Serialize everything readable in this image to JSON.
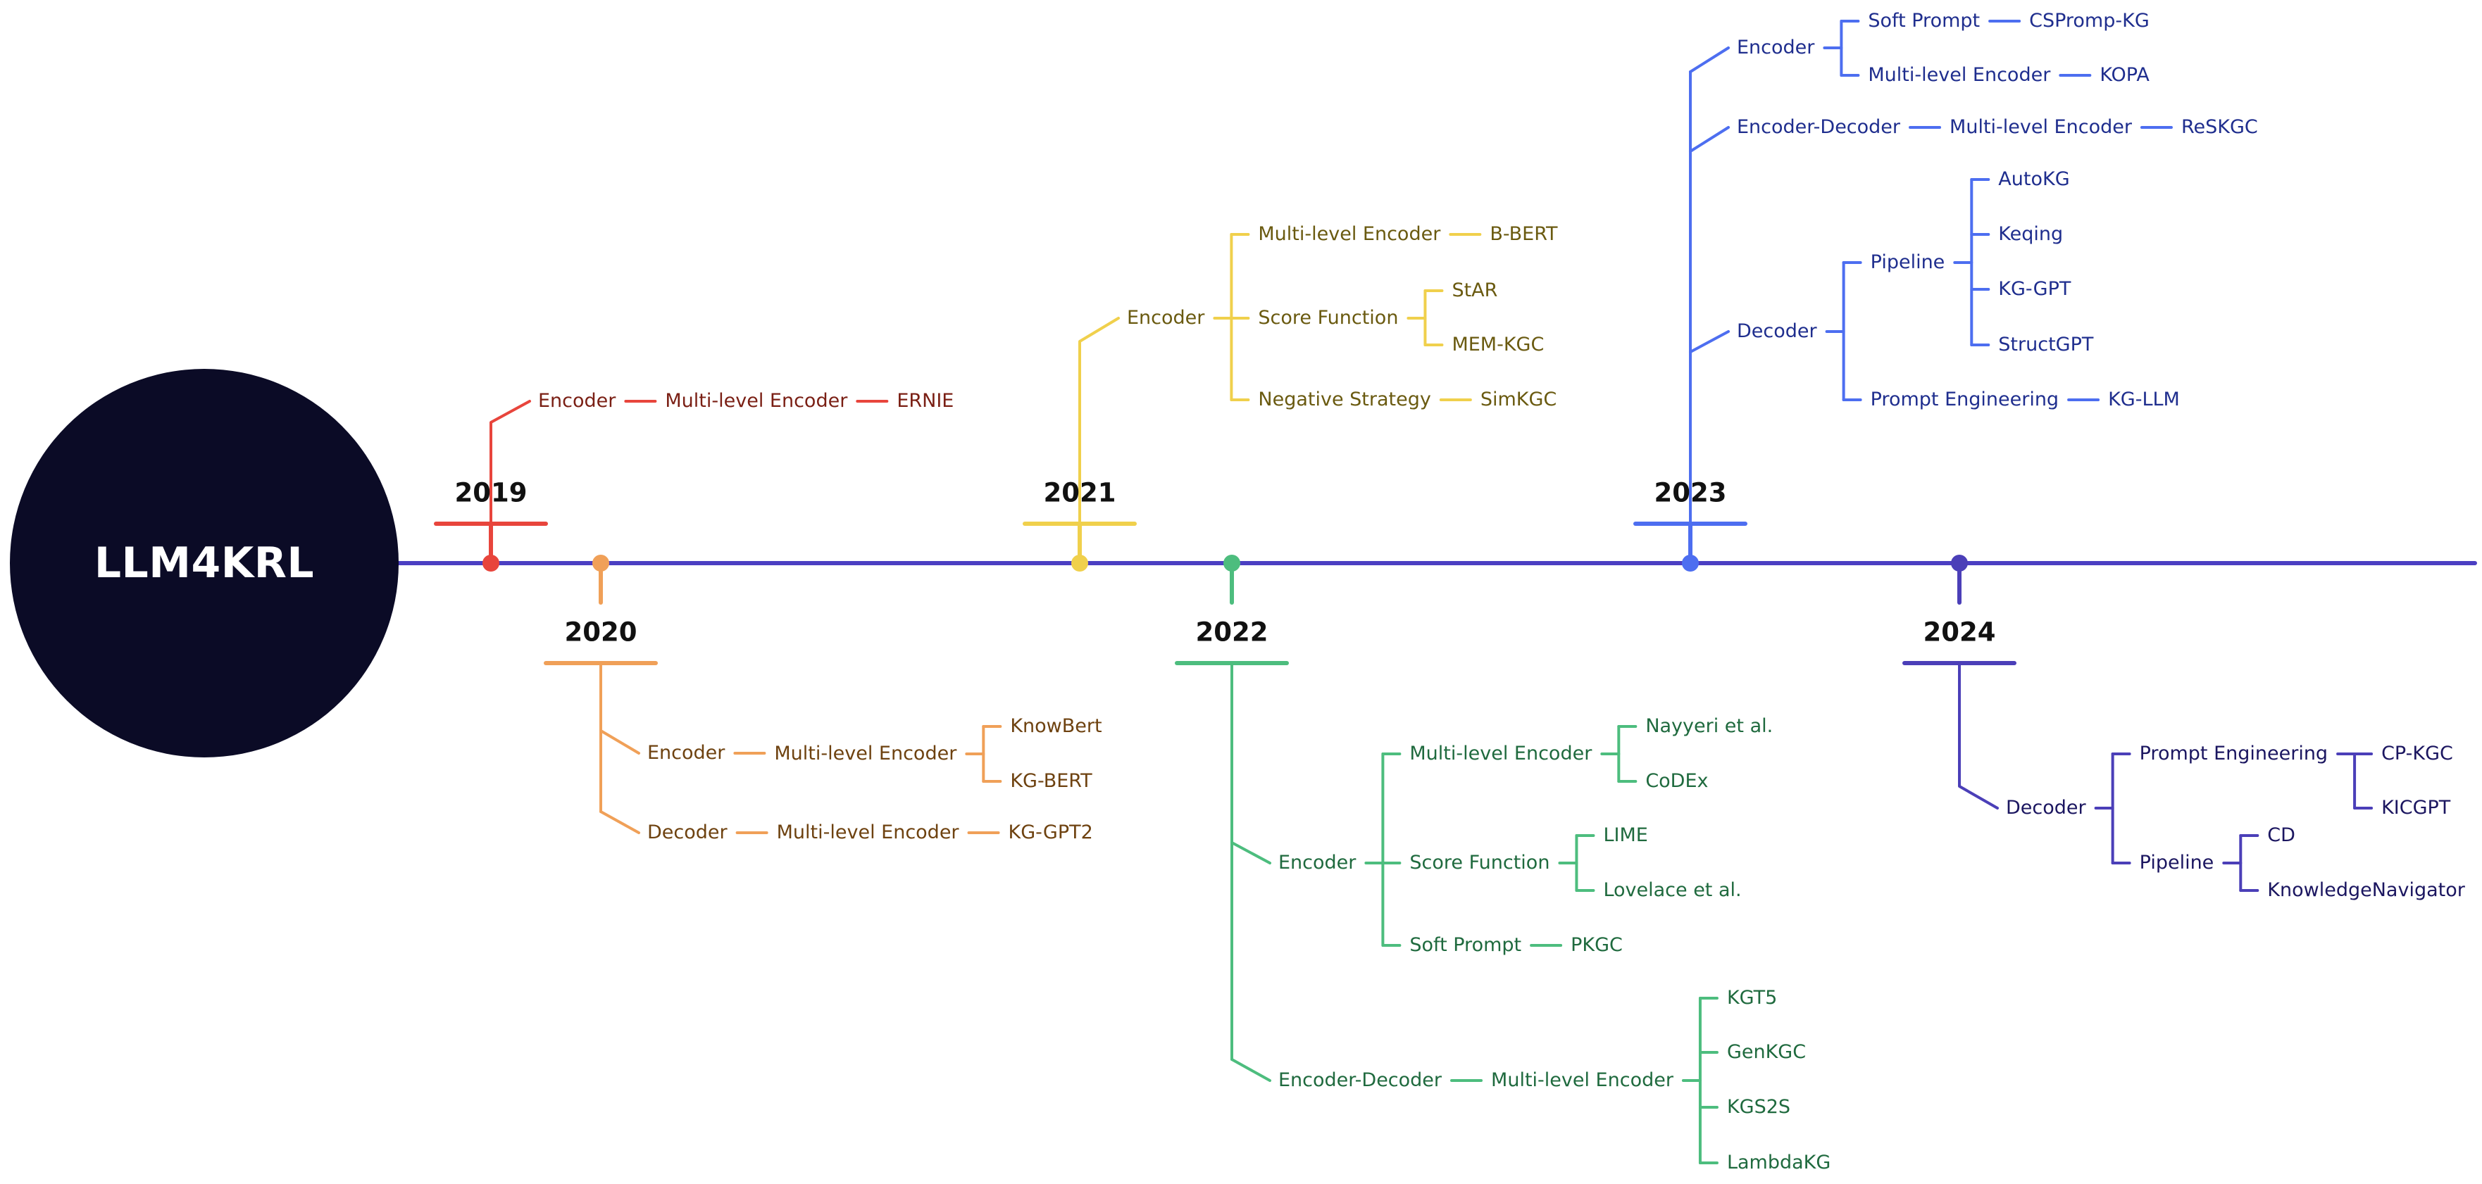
{
  "title": "LLM4KRL",
  "colors": {
    "axis": "#4b3fc2",
    "hub": "#0b0b26",
    "y2019": "#e8453c",
    "y2020": "#f0a058",
    "y2021": "#f0d04c",
    "y2022": "#4dbd7e",
    "y2023": "#4d6ef0",
    "y2024": "#4b3fb8"
  },
  "years": [
    {
      "label": "2019",
      "color": "#e8453c",
      "text": "#7a1f14",
      "tree": [
        {
          "label": "Encoder",
          "children": [
            {
              "label": "Multi-level Encoder",
              "children": [
                {
                  "label": "ERNIE"
                }
              ]
            }
          ]
        }
      ]
    },
    {
      "label": "2020",
      "color": "#f0a058",
      "text": "#6e4210",
      "tree": [
        {
          "label": "Encoder",
          "children": [
            {
              "label": "Multi-level Encoder",
              "children": [
                {
                  "label": "KnowBert"
                },
                {
                  "label": "KG-BERT"
                }
              ]
            }
          ]
        },
        {
          "label": "Decoder",
          "children": [
            {
              "label": "Multi-level Encoder",
              "children": [
                {
                  "label": "KG-GPT2"
                }
              ]
            }
          ]
        }
      ]
    },
    {
      "label": "2021",
      "color": "#f0d04c",
      "text": "#6a5a10",
      "tree": [
        {
          "label": "Encoder",
          "children": [
            {
              "label": "Multi-level Encoder",
              "children": [
                {
                  "label": "B-BERT"
                }
              ]
            },
            {
              "label": "Score Function",
              "children": [
                {
                  "label": "StAR"
                },
                {
                  "label": "MEM-KGC"
                }
              ]
            },
            {
              "label": "Negative Strategy",
              "children": [
                {
                  "label": "SimKGC"
                }
              ]
            }
          ]
        }
      ]
    },
    {
      "label": "2022",
      "color": "#4dbd7e",
      "text": "#1f6a3e",
      "tree": [
        {
          "label": "Encoder",
          "children": [
            {
              "label": "Multi-level Encoder",
              "children": [
                {
                  "label": "Nayyeri et al."
                },
                {
                  "label": "CoDEx"
                }
              ]
            },
            {
              "label": "Score Function",
              "children": [
                {
                  "label": "LIME"
                },
                {
                  "label": "Lovelace et al."
                }
              ]
            },
            {
              "label": "Soft Prompt",
              "children": [
                {
                  "label": "PKGC"
                }
              ]
            }
          ]
        },
        {
          "label": "Encoder-Decoder",
          "children": [
            {
              "label": "Multi-level Encoder",
              "children": [
                {
                  "label": "KGT5"
                },
                {
                  "label": "GenKGC"
                },
                {
                  "label": "KGS2S"
                },
                {
                  "label": "LambdaKG"
                }
              ]
            }
          ]
        }
      ]
    },
    {
      "label": "2023",
      "color": "#4d6ef0",
      "text": "#1f2e8e",
      "tree": [
        {
          "label": "Encoder",
          "children": [
            {
              "label": "Soft Prompt",
              "children": [
                {
                  "label": "CSPromp-KG"
                }
              ]
            },
            {
              "label": "Multi-level Encoder",
              "children": [
                {
                  "label": "KOPA"
                }
              ]
            }
          ]
        },
        {
          "label": "Encoder-Decoder",
          "children": [
            {
              "label": "Multi-level Encoder",
              "children": [
                {
                  "label": "ReSKGC"
                }
              ]
            }
          ]
        },
        {
          "label": "Decoder",
          "children": [
            {
              "label": "Pipeline",
              "children": [
                {
                  "label": "AutoKG"
                },
                {
                  "label": "Keqing"
                },
                {
                  "label": "KG-GPT"
                },
                {
                  "label": "StructGPT"
                }
              ]
            },
            {
              "label": "Prompt Engineering",
              "children": [
                {
                  "label": "KG-LLM"
                }
              ]
            }
          ]
        }
      ]
    },
    {
      "label": "2024",
      "color": "#4b3fb8",
      "text": "#1b1660",
      "tree": [
        {
          "label": "Decoder",
          "children": [
            {
              "label": "Prompt Engineering",
              "children": [
                {
                  "label": "CP-KGC"
                },
                {
                  "label": "KICGPT"
                }
              ]
            },
            {
              "label": "Pipeline",
              "children": [
                {
                  "label": "CD"
                },
                {
                  "label": "KnowledgeNavigator"
                }
              ]
            }
          ]
        }
      ]
    }
  ]
}
